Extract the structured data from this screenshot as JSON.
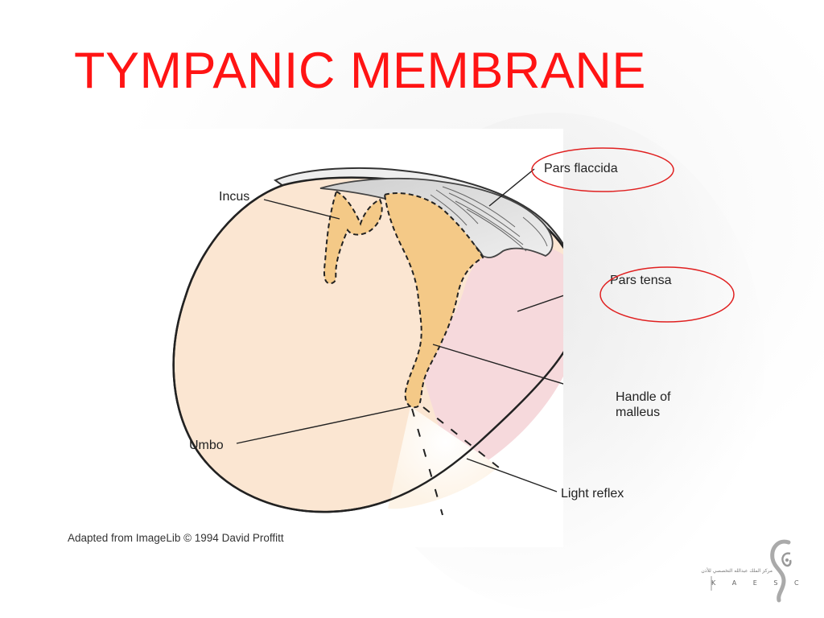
{
  "slide": {
    "title": "TYMPANIC MEMBRANE"
  },
  "diagram": {
    "labels": {
      "incus": "Incus",
      "pars_flaccida": "Pars flaccida",
      "pars_tensa": "Pars tensa",
      "handle_of_malleus_line1": "Handle of",
      "handle_of_malleus_line2": "malleus",
      "umbo": "Umbo",
      "light_reflex": "Light reflex"
    },
    "credit": "Adapted from ImageLib © 1994 David Proffitt",
    "highlight_color": "#e02020"
  },
  "logo": {
    "arabic_text": "مركز الملك عبدالله التخصصي للأذن",
    "latin_text": "K A E S C"
  },
  "colors": {
    "title": "#ff1414",
    "tensa_pink": "#f6d9dc",
    "membrane_peach": "#fbe6d2",
    "malleus_orange": "#f4c987",
    "flaccida_gray": "#d9d9d9"
  }
}
